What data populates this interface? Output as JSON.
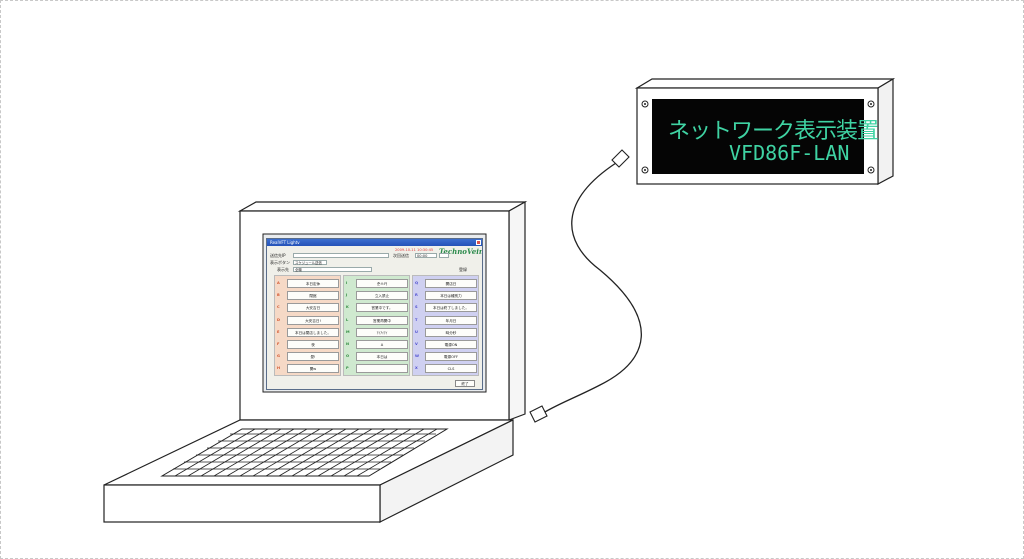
{
  "vfd_display": {
    "line1": "ネットワーク表示装置",
    "line2": "VFD86F-LAN"
  },
  "app": {
    "title": "RealVFT Lightv",
    "datetime": "2009-10-11 10:30:45",
    "logo": "TechnoVeins",
    "row1_label": "送信先IP",
    "time_label": "次回送信",
    "time_value": "00:00",
    "row2_label": "表示ボタン",
    "row2_value": "スケジュール送信",
    "row3_label": "表示先",
    "row3_value": "全機",
    "register_label": "登録",
    "end_label": "終了",
    "columns": [
      {
        "items": [
          {
            "key": "A",
            "label": "本日定休"
          },
          {
            "key": "B",
            "label": "閉館"
          },
          {
            "key": "C",
            "label": "大安吉日"
          },
          {
            "key": "D",
            "label": "大安吉日!"
          },
          {
            "key": "E",
            "label": "本日は閉店しました。"
          },
          {
            "key": "F",
            "label": "夜"
          },
          {
            "key": "G",
            "label": "昼!"
          },
          {
            "key": "H",
            "label": "開w"
          }
        ]
      },
      {
        "items": [
          {
            "key": "I",
            "label": "준스카"
          },
          {
            "key": "J",
            "label": "立入禁止"
          },
          {
            "key": "K",
            "label": "営業中です。"
          },
          {
            "key": "L",
            "label": "営業再開中"
          },
          {
            "key": "M",
            "label": "ｱｲｱｲｱｲ"
          },
          {
            "key": "N",
            "label": "A"
          },
          {
            "key": "O",
            "label": "本日は"
          },
          {
            "key": "P",
            "label": ""
          }
        ]
      },
      {
        "items": [
          {
            "key": "Q",
            "label": "開店日"
          },
          {
            "key": "R",
            "label": "本日は種別力"
          },
          {
            "key": "S",
            "label": "本日は終了しました。"
          },
          {
            "key": "T",
            "label": "年月日"
          },
          {
            "key": "U",
            "label": "時分秒"
          },
          {
            "key": "V",
            "label": "電源ON"
          },
          {
            "key": "W",
            "label": "電源OFF"
          },
          {
            "key": "X",
            "label": "CLS"
          }
        ]
      }
    ]
  }
}
